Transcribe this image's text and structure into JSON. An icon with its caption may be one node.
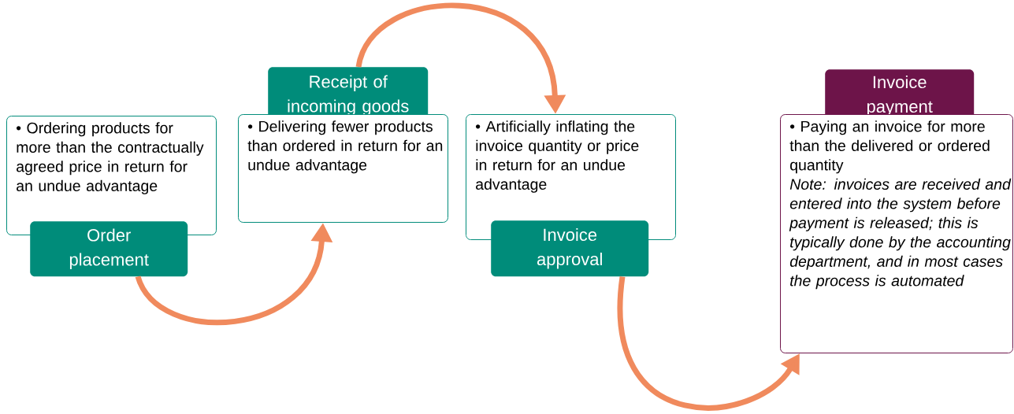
{
  "diagram": {
    "nodes": [
      {
        "text": [
          "• Ordering products for more than the contractually agreed price in return for an undue advantage"
        ]
      },
      {
        "text": [
          "Order placement"
        ]
      },
      {
        "text": [
          "Receipt of incoming goods"
        ]
      },
      {
        "text": [
          "• Delivering fewer products than ordered in return for an undue advantage"
        ]
      },
      {
        "text": [
          "• Artificially inflating the invoice quantity or price in return for an undue advantage"
        ]
      },
      {
        "text": [
          "Invoice approval"
        ]
      },
      {
        "text": [
          "Invoice payment"
        ]
      },
      {
        "text": [
          "• Paying an invoice for more than the delivered or ordered quantity",
          "Note: invoices are received and entered into the system before payment is released; this is typically done by the accounting department, and in most cases the process is automated"
        ]
      }
    ],
    "edges": [
      {
        "from": 1,
        "to": 3,
        "arrow": "to"
      },
      {
        "from": 2,
        "to": 4,
        "arrow": "to"
      },
      {
        "from": 5,
        "to": 7,
        "arrow": "to"
      }
    ]
  }
}
